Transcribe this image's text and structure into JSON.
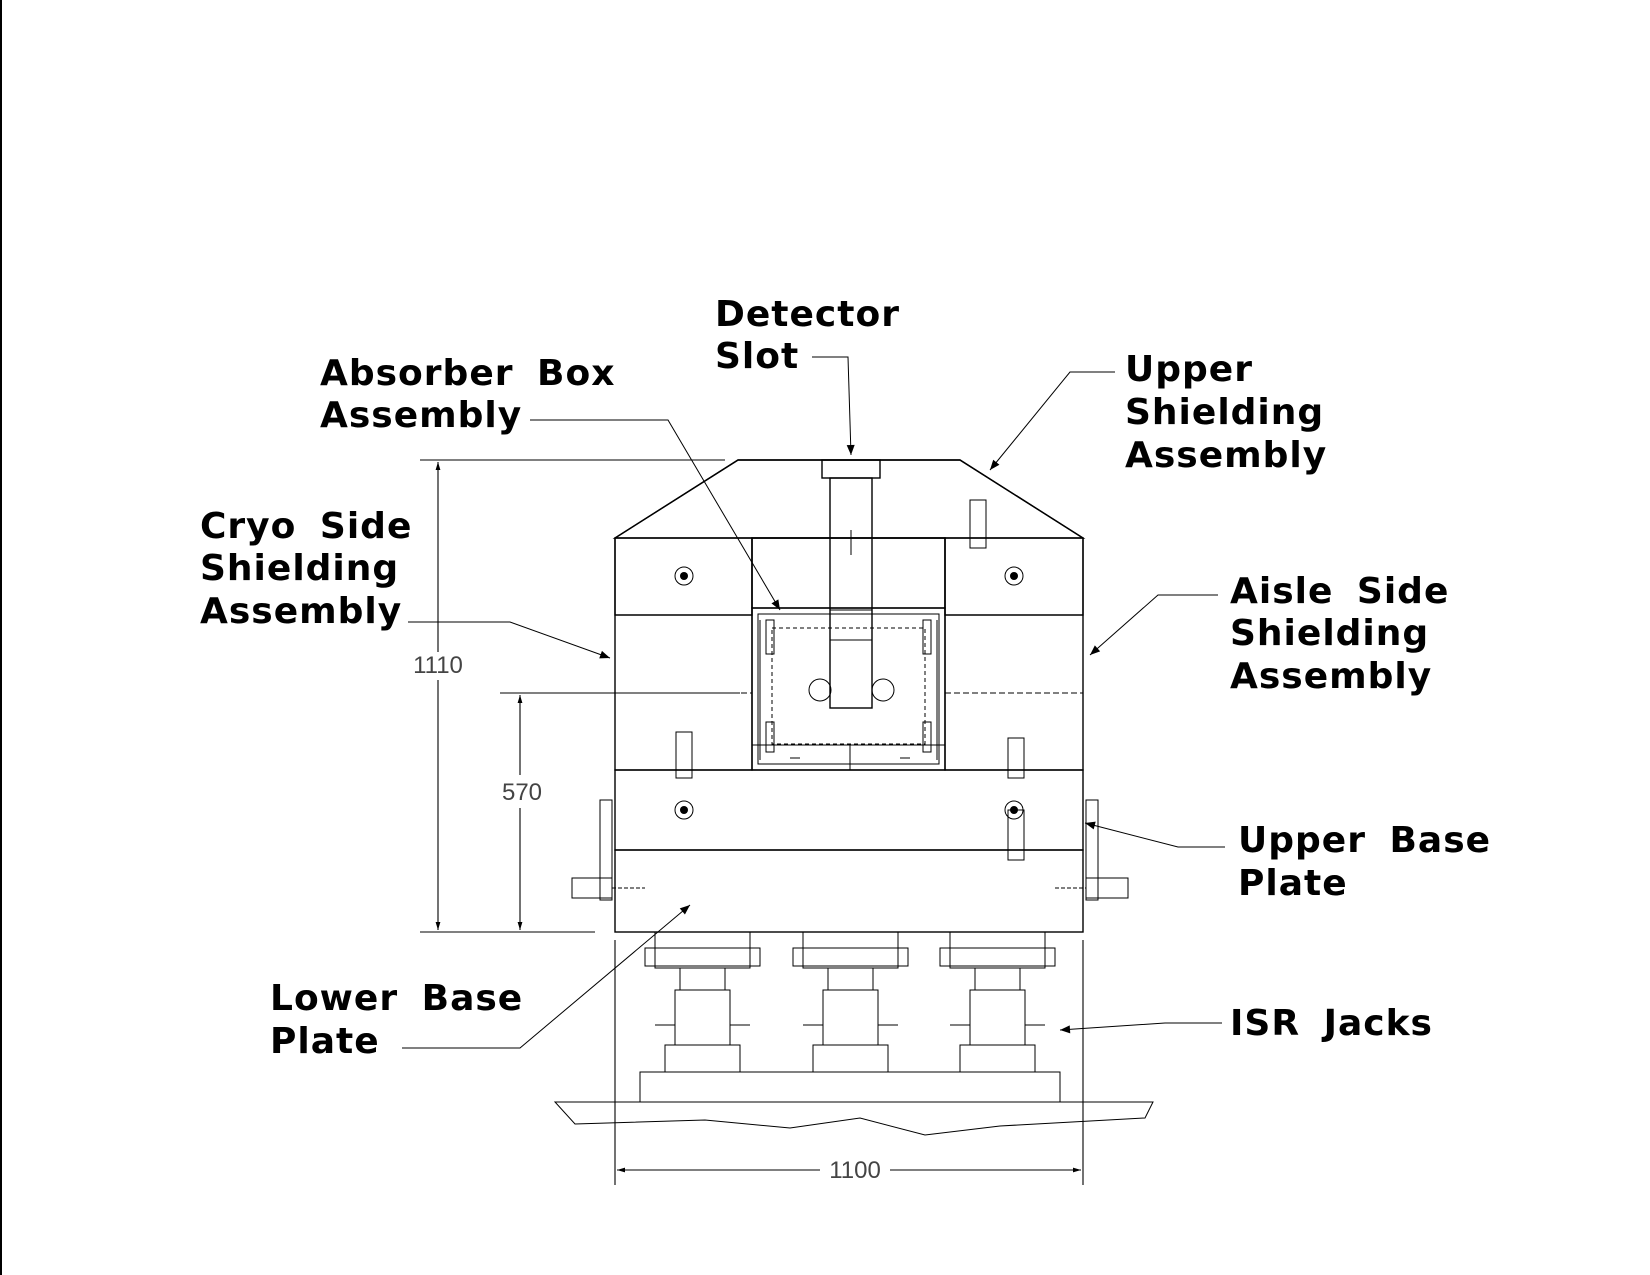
{
  "labels": {
    "detector_slot": [
      "Detector",
      "Slot"
    ],
    "absorber_box": [
      "Absorber Box",
      "Assembly"
    ],
    "upper_shielding": [
      "Upper",
      "Shielding",
      "Assembly"
    ],
    "cryo_side": [
      "Cryo Side",
      "Shielding",
      "Assembly"
    ],
    "aisle_side": [
      "Aisle Side",
      "Shielding",
      "Assembly"
    ],
    "upper_base_plate": [
      "Upper Base",
      "Plate"
    ],
    "lower_base_plate": [
      "Lower Base",
      "Plate"
    ],
    "isr_jacks": [
      "ISR Jacks"
    ]
  },
  "dimensions": {
    "overall_height": "1110",
    "base_height": "570",
    "overall_width": "1100"
  }
}
